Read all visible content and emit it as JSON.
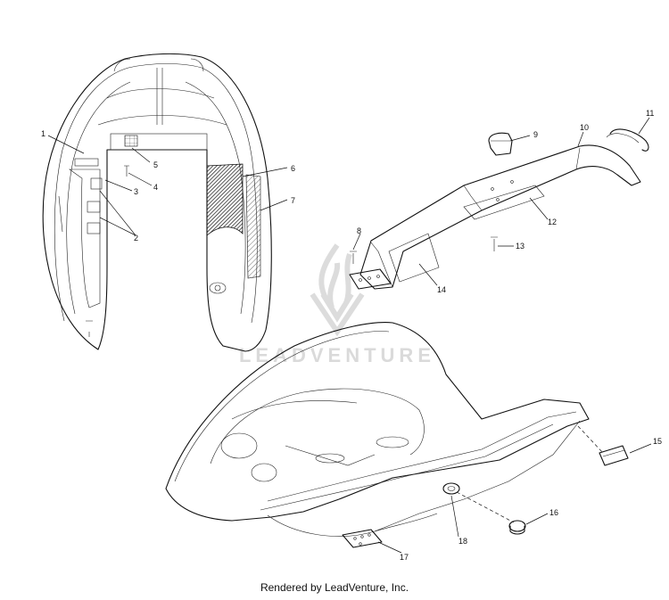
{
  "footer": {
    "text": "Rendered by LeadVenture, Inc."
  },
  "watermark": {
    "text": "LEADVENTURE",
    "color": "#d9d9d9"
  },
  "callouts": {
    "c1": "1",
    "c2": "2",
    "c3": "3",
    "c4": "4",
    "c5": "5",
    "c6": "6",
    "c7": "7",
    "c8": "8",
    "c9": "9",
    "c10": "10",
    "c11": "11",
    "c12": "12",
    "c13": "13",
    "c14": "14",
    "c15": "15",
    "c16": "16",
    "c17": "17",
    "c18": "18"
  },
  "icons": {
    "watermark_logo": "leadventure-flame-logo-icon"
  }
}
